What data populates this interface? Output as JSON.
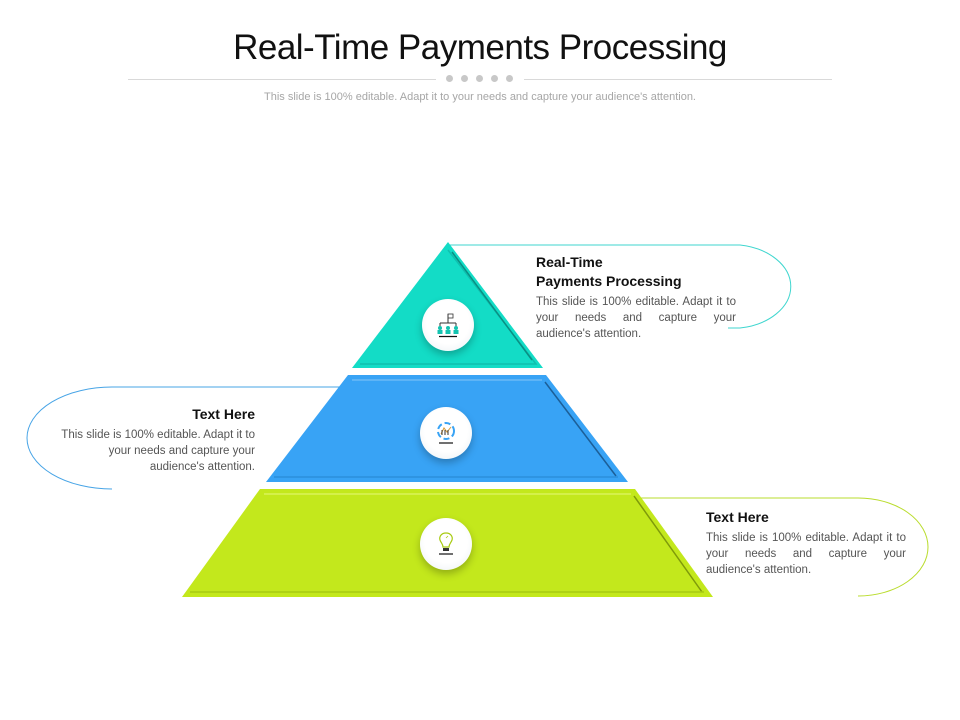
{
  "header": {
    "title": "Real-Time Payments Processing",
    "subtitle": "This slide is 100% editable. Adapt it to your needs and capture your audience's attention."
  },
  "pyramid": {
    "levels": [
      {
        "position": "top",
        "color": "#13dcc6",
        "icon": "organization-hierarchy-icon",
        "heading_line1": "Real-Time",
        "heading_line2": "Payments Processing",
        "text": "This slide is 100% editable. Adapt it to your needs and capture your audience's attention.",
        "callout_side": "right"
      },
      {
        "position": "middle",
        "color": "#38a3f5",
        "icon": "chart-refresh-icon",
        "heading": "Text Here",
        "text": "This slide is 100% editable. Adapt it to your needs and capture your audience's attention.",
        "callout_side": "left"
      },
      {
        "position": "bottom",
        "color": "#c3e81c",
        "icon": "lightbulb-icon",
        "heading": "Text Here",
        "text": "This slide is 100% editable. Adapt it to your needs and capture your audience's attention.",
        "callout_side": "right"
      }
    ]
  }
}
